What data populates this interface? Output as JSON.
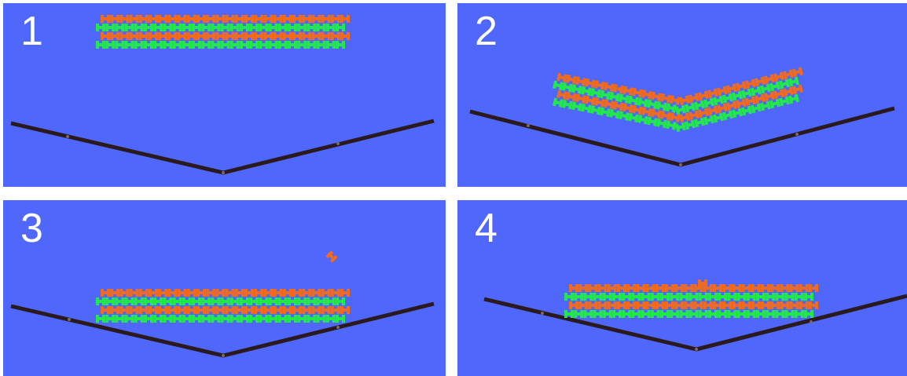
{
  "panels": [
    {
      "label": "1"
    },
    {
      "label": "2"
    },
    {
      "label": "3"
    },
    {
      "label": "4"
    }
  ],
  "colors": {
    "background": "#4f67fb",
    "ground": "#2a1a1e",
    "block_orange": "#f26a1b",
    "block_green": "#22e84a",
    "label": "#ffffff"
  }
}
